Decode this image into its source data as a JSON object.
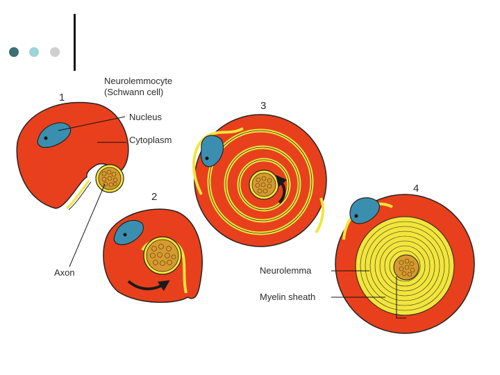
{
  "colors": {
    "cytoplasm": "#e8401c",
    "membrane": "#f2e53c",
    "nucleus": "#3a8fb0",
    "axon": "#d79a2f",
    "dot_dark": "#3d6f74",
    "dot_light": "#9fd3d8",
    "dot_grey": "#cfcfcf"
  },
  "labels": {
    "neurolemmocyte": "Neurolemmocyte",
    "schwann": "(Schwann cell)",
    "nucleus": "Nucleus",
    "cytoplasm": "Cytoplasm",
    "axon": "Axon",
    "neurolemma": "Neurolemma",
    "myelin": "Myelin sheath"
  },
  "stages": [
    "1",
    "2",
    "3",
    "4"
  ]
}
